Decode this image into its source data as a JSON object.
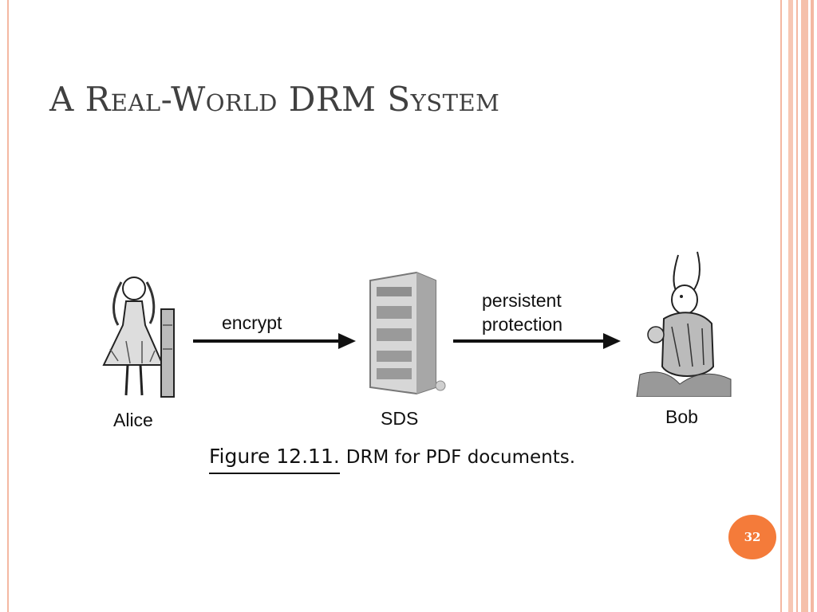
{
  "slide": {
    "title": "A Real-World DRM System",
    "page_number": "32"
  },
  "figure": {
    "alice_label": "Alice",
    "server_label": "SDS",
    "bob_label": "Bob",
    "arrow1_label": "encrypt",
    "arrow2_label_line1": "persistent",
    "arrow2_label_line2": "protection",
    "caption_number": "Figure 12.11.",
    "caption_text": "DRM for PDF documents."
  },
  "colors": {
    "accent": "#f47b3a",
    "stripe": "#f4b8a2",
    "title": "#404040"
  }
}
